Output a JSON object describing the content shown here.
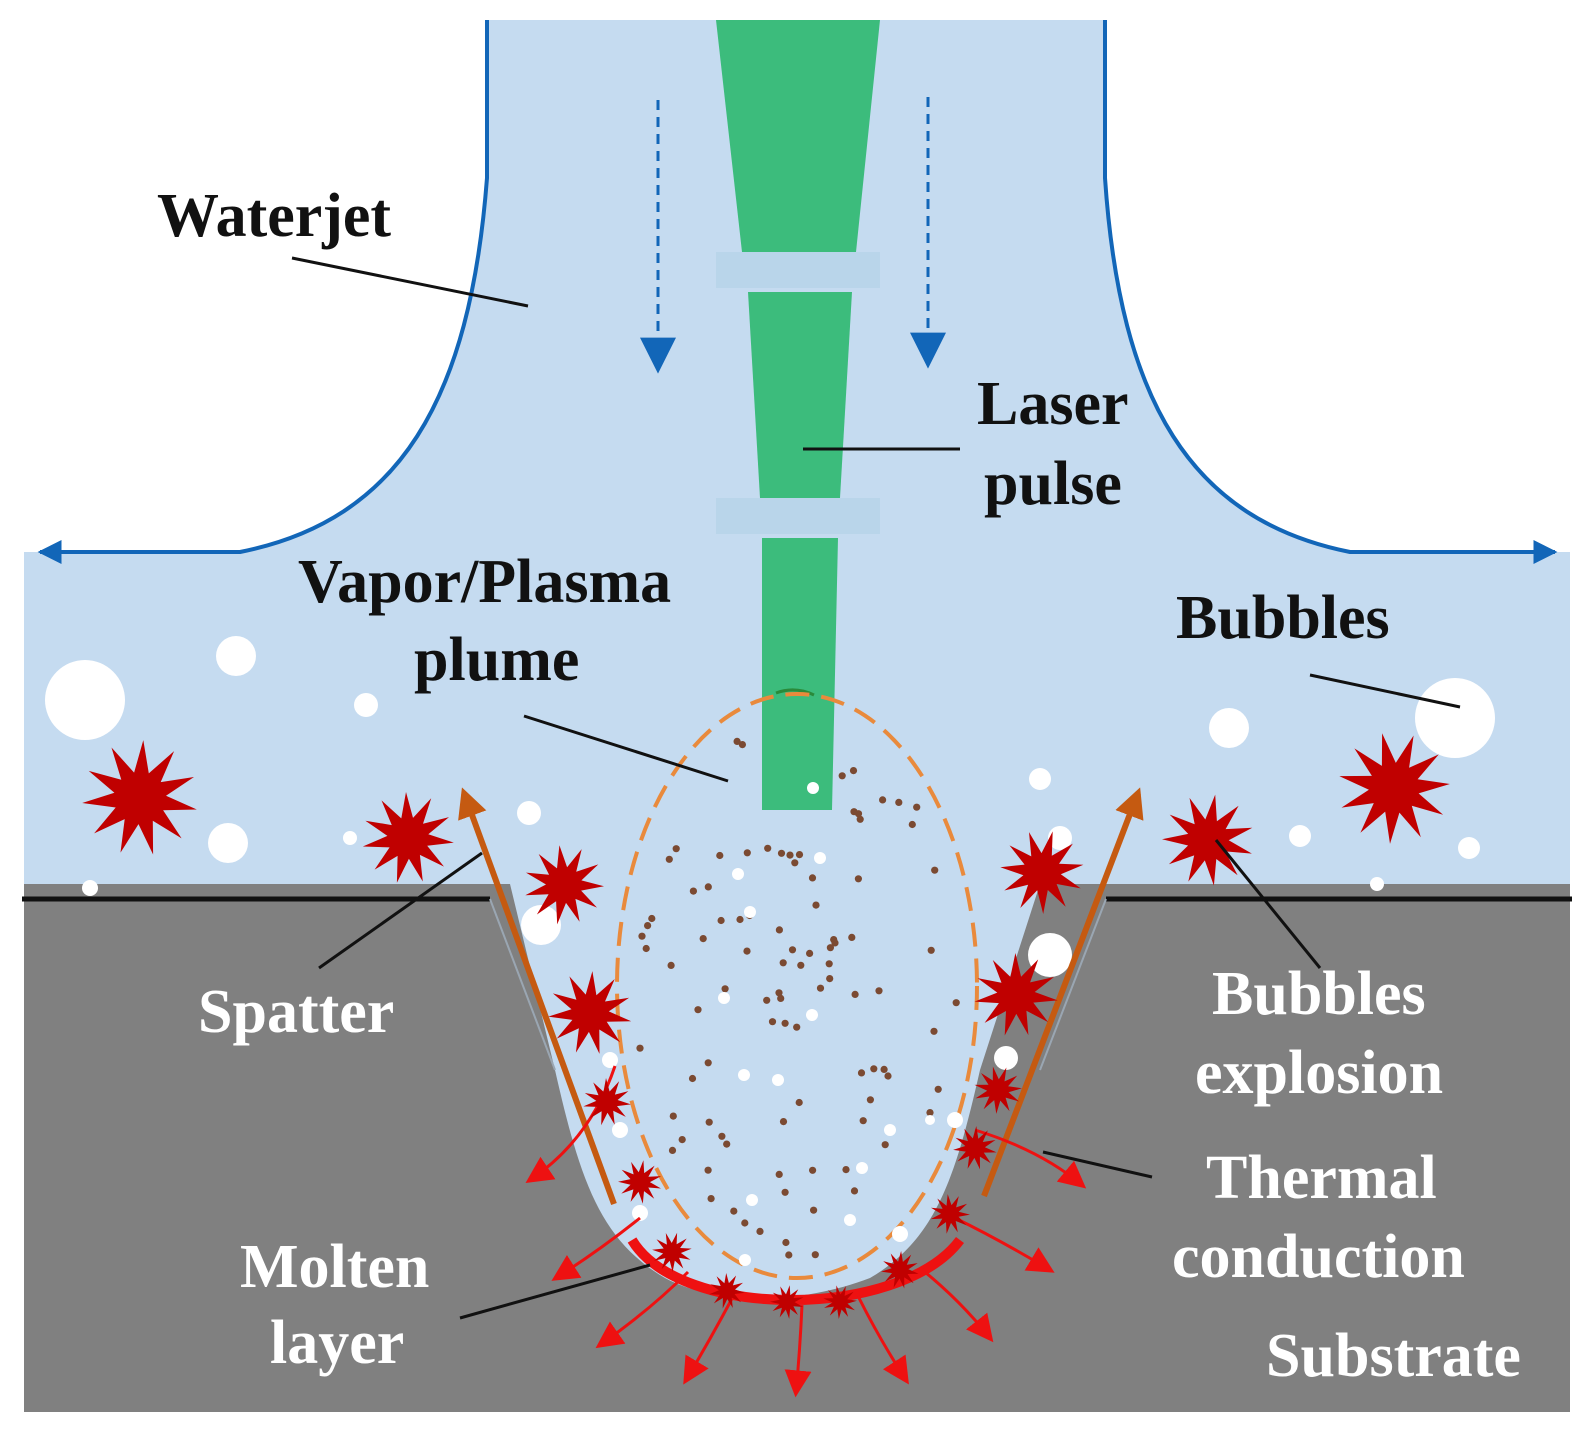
{
  "labels": {
    "waterjet": "Waterjet",
    "laser_line1": "Laser",
    "laser_line2": "pulse",
    "plume_line1": "Vapor/Plasma",
    "plume_line2": "plume",
    "bubbles": "Bubbles",
    "spatter": "Spatter",
    "explosion_line1": "Bubbles",
    "explosion_line2": "explosion",
    "thermal_line1": "Thermal",
    "thermal_line2": "conduction",
    "molten_line1": "Molten",
    "molten_line2": "layer",
    "substrate": "Substrate"
  },
  "colors": {
    "water": "#c5dbf0",
    "jet_outline": "#1266b8",
    "laser": "#3cbc7c",
    "substrate": "#808080",
    "surface_line": "#111111",
    "plume_outline": "#e98a3c",
    "plume_particles": "#7b4a32",
    "spatter": "#c00000",
    "spatter_arrow": "#c55a11",
    "thermal": "#ee1111",
    "bubble": "#ffffff"
  }
}
